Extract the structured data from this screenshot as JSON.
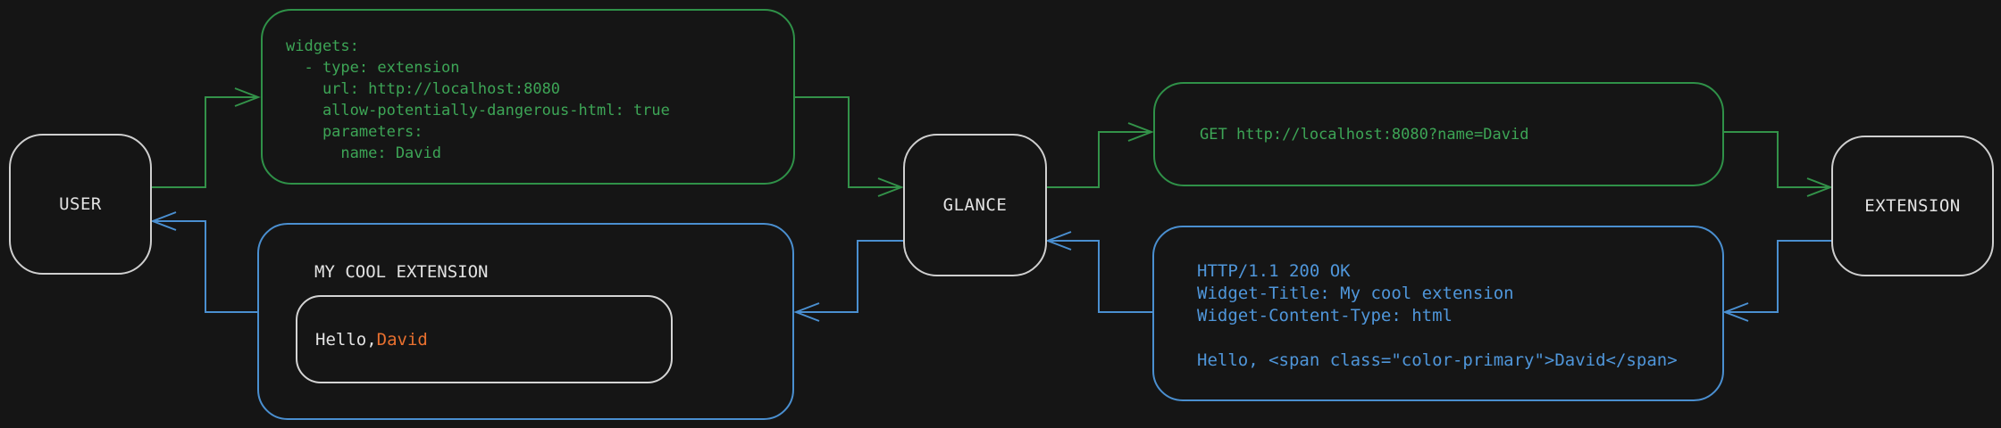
{
  "colors": {
    "background": "#151515",
    "green_line": "#339249",
    "green_text": "#3da556",
    "blue_line": "#4a8fd0",
    "blue_text": "#4f96da",
    "node_border": "#cfcfcf",
    "light_text": "#e3e3e3",
    "accent_orange": "#e8702f"
  },
  "nodes": {
    "user": {
      "label": "USER"
    },
    "glance": {
      "label": "GLANCE"
    },
    "extension": {
      "label": "EXTENSION"
    }
  },
  "config_box": {
    "lines": [
      "widgets:",
      "  - type: extension",
      "    url: http://localhost:8080",
      "    allow-potentially-dangerous-html: true",
      "    parameters:",
      "      name: David"
    ]
  },
  "request_box": {
    "text": "GET http://localhost:8080?name=David"
  },
  "response_box": {
    "lines": [
      "HTTP/1.1 200 OK",
      "Widget-Title: My cool extension",
      "Widget-Content-Type: html",
      "",
      "Hello, <span class=\"color-primary\">David</span>"
    ]
  },
  "widget_box": {
    "title": "MY COOL EXTENSION",
    "greeting_prefix": "Hello, ",
    "greeting_name": "David"
  }
}
